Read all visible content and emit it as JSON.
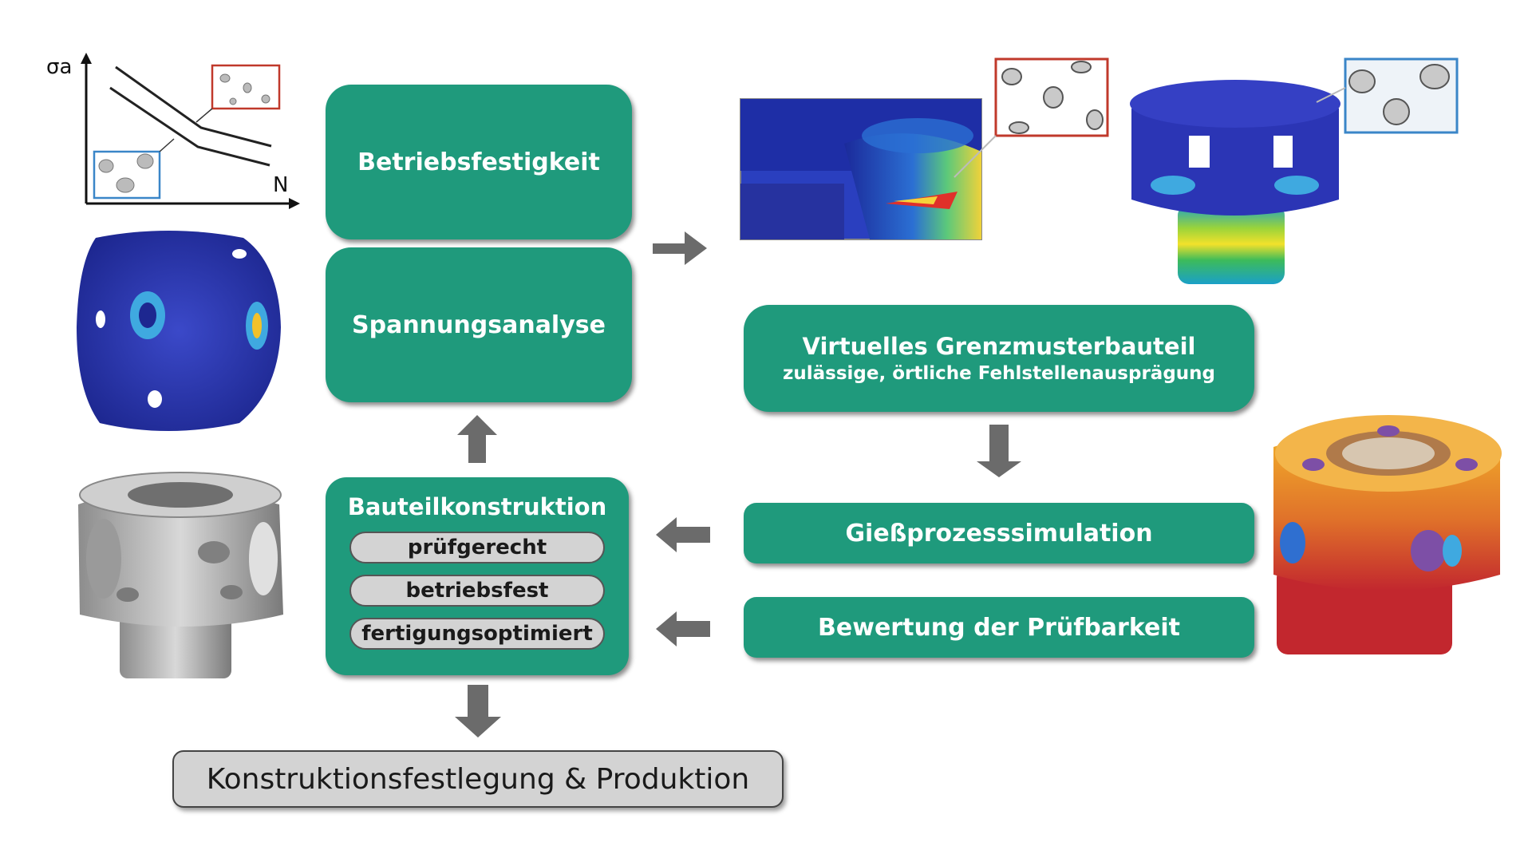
{
  "boxes": {
    "betriebsfestigkeit": "Betriebsfestigkeit",
    "spannungsanalyse": "Spannungsanalyse",
    "virtuelles_title": "Virtuelles Grenzmusterbauteil",
    "virtuelles_sub": "zulässige, örtliche Fehlstellenausprägung",
    "giessprozess": "Gießprozesssimulation",
    "bewertung": "Bewertung der Prüfbarkeit",
    "bauteil_title": "Bauteilkonstruktion",
    "bauteil_items": [
      "prüfgerecht",
      "betriebsfest",
      "fertigungsoptimiert"
    ],
    "final": "Konstruktionsfestlegung & Produktion"
  },
  "sn_diagram": {
    "y_label": "σa",
    "x_label": "N"
  },
  "colors": {
    "box_green": "#1f9a7c",
    "arrow_gray": "#6b6b6b",
    "pill_gray": "#d3d3d3",
    "fem_blue": "#2733a8",
    "hot_orange": "#e88a1a",
    "inset_red": "#c0392b",
    "inset_blue": "#3a86c8"
  }
}
